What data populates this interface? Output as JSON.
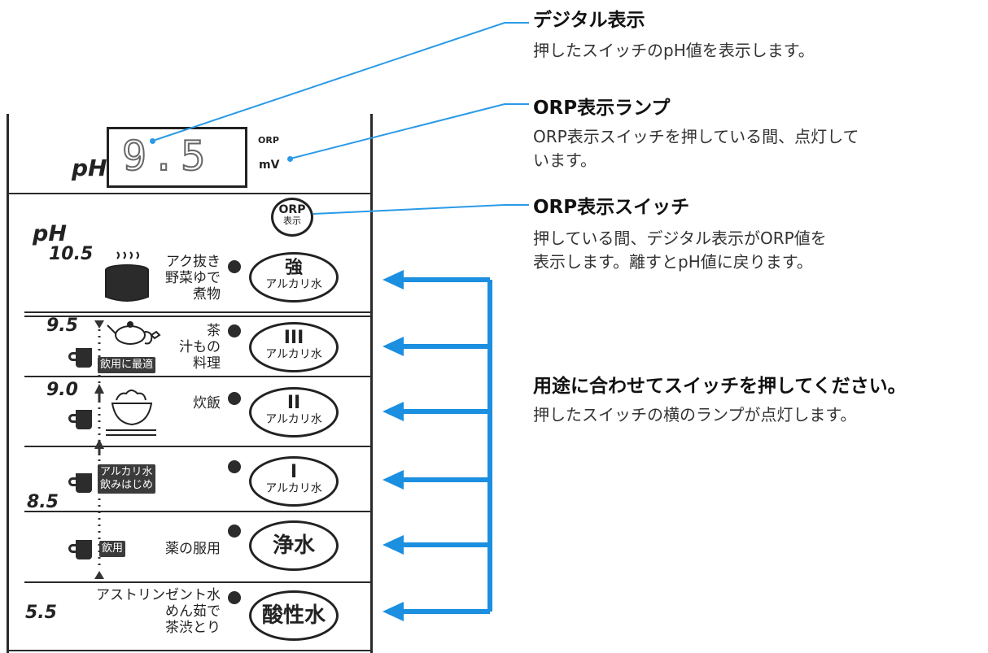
{
  "annotations": {
    "digital": {
      "title": "デジタル表示",
      "desc": "押したスイッチのpH値を表示します。"
    },
    "orp_lamp": {
      "title": "ORP表示ランプ",
      "desc_lines": [
        "ORP表示スイッチを押している間、点灯して",
        "います。"
      ]
    },
    "orp_switch": {
      "title": "ORP表示スイッチ",
      "desc_lines": [
        "押している間、デジタル表示がORP値を",
        "表示します。離すとpH値に戻ります。"
      ]
    },
    "usage": {
      "title": "用途に合わせてスイッチを押してください。",
      "desc": "押したスイッチの横のランプが点灯します。"
    }
  },
  "display": {
    "ph_label": "pH",
    "reading": "9.5",
    "orp_label": "ORP",
    "mv_label": "mV"
  },
  "orp_button": {
    "top": "ORP",
    "bottom": "表示"
  },
  "ph_axis_label": "pH",
  "scale": [
    "10.5",
    "9.5",
    "9.0",
    "8.5",
    "5.5"
  ],
  "rows": [
    {
      "uses": [
        "アク抜き",
        "野菜ゆで",
        "煮物"
      ],
      "btn_top": "強",
      "btn_bottom": "アルカリ水"
    },
    {
      "uses": [
        "茶",
        "汁もの",
        "料理"
      ],
      "btn_top": "III",
      "btn_bottom": "アルカリ水"
    },
    {
      "uses": [
        "炊飯"
      ],
      "btn_top": "II",
      "btn_bottom": "アルカリ水"
    },
    {
      "uses": [],
      "btn_top": "I",
      "btn_bottom": "アルカリ水"
    },
    {
      "uses": [
        "薬の服用"
      ],
      "btn_single": "浄水"
    },
    {
      "uses": [
        "アストリンゼント水",
        "めん茹で",
        "茶渋とり"
      ],
      "btn_single": "酸性水"
    }
  ],
  "badges": [
    "飲用に最適",
    "アルカリ水",
    "飲みはじめ",
    "飲用"
  ],
  "colors": {
    "arrow": "#1b8fe0",
    "leader": "#2a9ae8",
    "ink": "#222222"
  },
  "icons": [
    "pot-icon",
    "teapot-icon",
    "rice-bowl-icon",
    "cup-icon"
  ]
}
